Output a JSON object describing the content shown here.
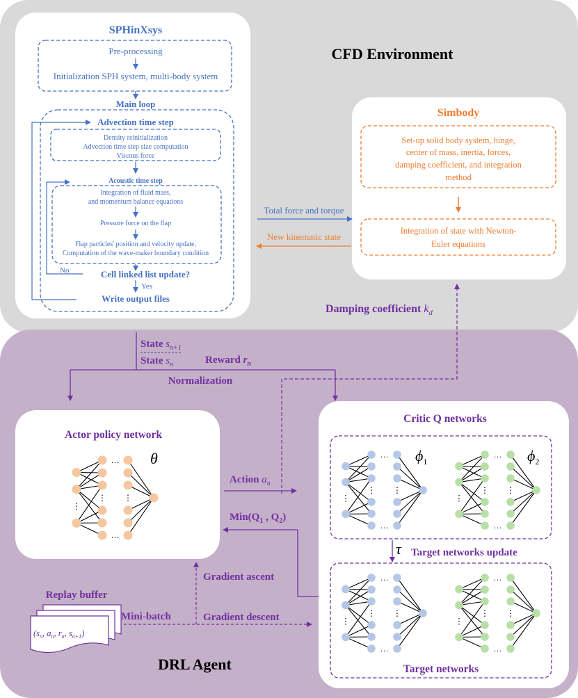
{
  "cfd": {
    "title": "CFD Environment",
    "sphinxsys": {
      "title": "SPHinXsys",
      "preprocessing": "Pre-processing",
      "initialization": "Initialization SPH system, multi-body system",
      "main_loop": "Main loop",
      "advection_title": "Advection time step",
      "advection_lines": [
        "Density reinitialization",
        "Advection time step size computation",
        "Viscous force"
      ],
      "acoustic_title": "Acoustic time step",
      "acoustic_lines": [
        "Integration of fluid mass,",
        "and momentum balance equations"
      ],
      "pressure": "Pressure force on the flap",
      "flap_lines": [
        "Flap particles' position and velocity update,",
        "Computation of the wave-maker boundary condition"
      ],
      "no_label": "No",
      "cell_list": "Cell linked list update?",
      "yes_label": "Yes",
      "write_output": "Write output files"
    },
    "simbody": {
      "title": "Simbody",
      "setup_lines": [
        "Set-up solid body system, hinge,",
        "center of mass, inertia, forces,",
        "damping coefficient, and integration",
        "method"
      ],
      "integration_lines": [
        "Integration of state with Newton-",
        "Euler equations"
      ]
    },
    "total_force": "Total force and torque",
    "kinematic_state": "New kinematic state",
    "damping": "Damping coefficient",
    "damping_symbol": "k",
    "damping_sub": "d"
  },
  "drl": {
    "title": "DRL Agent",
    "state_next": "State",
    "state_next_sym": "s",
    "state_next_sub": "n+1",
    "state_cur": "State",
    "state_cur_sym": "s",
    "state_cur_sub": "n",
    "reward": "Reward",
    "reward_sym": "r",
    "reward_sub": "n",
    "normalization": "Normalization",
    "actor_title": "Actor policy network",
    "theta": "θ",
    "critic_title": "Critic Q networks",
    "phi1": "ϕ",
    "phi1_sub": "1",
    "phi2": "ϕ",
    "phi2_sub": "2",
    "action": "Action",
    "action_sym": "a",
    "action_sub": "n",
    "min_q": "Min(Q",
    "min_q1": "1",
    "min_q_mid": " , Q",
    "min_q2": "2",
    "min_q_end": ")",
    "tau": "τ",
    "target_update": "Target networks update",
    "gradient_ascent": "Gradient ascent",
    "gradient_descent": "Gradient descent",
    "replay_buffer": "Replay buffer",
    "mini_batch": "Mini-batch",
    "tuple": "(s",
    "target_title": "Target networks"
  },
  "colors": {
    "cfd_bg": "#d9d9d9",
    "drl_bg": "#c5b0c9",
    "blue": "#4472c4",
    "orange": "#ed7d31",
    "purple": "#7030a0",
    "actor_node": "#f4c7a1",
    "critic_node1": "#b4c7e7",
    "critic_node2": "#b9dfa8"
  }
}
